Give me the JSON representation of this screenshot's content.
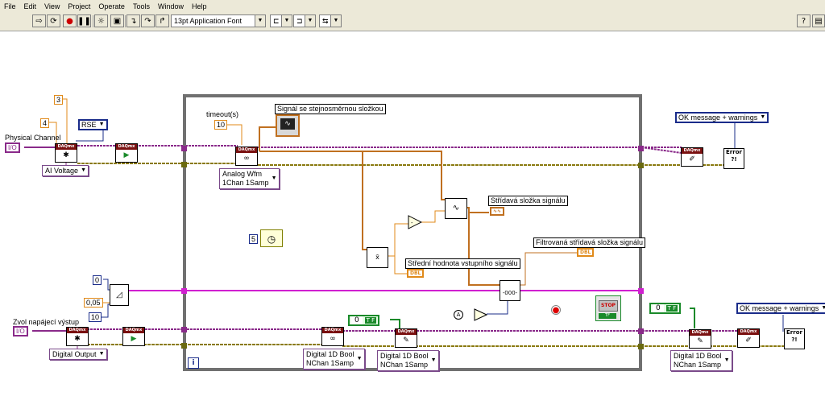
{
  "menu": [
    "File",
    "Edit",
    "View",
    "Project",
    "Operate",
    "Tools",
    "Window",
    "Help"
  ],
  "toolbar": {
    "font_select": "13pt Application Font",
    "help_label": "?"
  },
  "colors": {
    "dbl_wire": "#e08a1a",
    "task_wire": "#8a2a8a",
    "error_wire": "#8a7a10",
    "bool_wire": "#1a8a2a",
    "loop_frame": "#707070",
    "vi_header": "#7a1010"
  },
  "diagram": {
    "const_3": "3",
    "const_4": "4",
    "physical_channel_label": "Physical Channel",
    "physical_channel_value": "I/O",
    "rse": "RSE",
    "ai_voltage": "AI Voltage",
    "timeout_label": "timeout(s)",
    "timeout_value": "10",
    "signal_dc_label": "Signál se stejnosměrnou složkou",
    "analog_wfm_line1": "Analog Wfm",
    "analog_wfm_line2": "1Chan 1Samp",
    "wait_value": "5",
    "ac_signal_label": "Střídavá složka signálu",
    "filtered_ac_label": "Filtrovaná střídavá složka signálu",
    "mean_label": "Střední hodnota vstupního signálu",
    "dbl": "DBL",
    "const_0": "0",
    "const_005": "0,05",
    "const_10": "10",
    "supply_output_label": "Zvol napájecí výstup",
    "supply_output_value": "I/O",
    "digital_output": "Digital Output",
    "bool_const_0": "0",
    "tf": "T F",
    "digital_1d_line1": "Digital 1D Bool",
    "digital_1d_line2": "NChan 1Samp",
    "ok_message": "OK message + warnings",
    "stop": "STOP",
    "stop_tf": "TF",
    "error_text": "Error",
    "iteration": "i",
    "daqmx": "DAQmx",
    "filter_text": "-000-"
  }
}
